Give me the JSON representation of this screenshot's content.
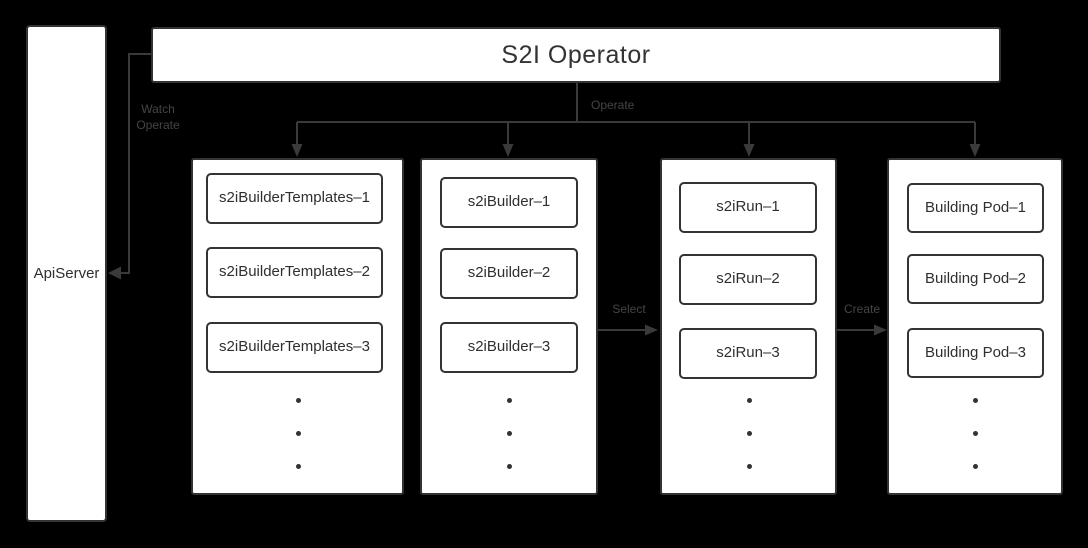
{
  "title": "S2I Operator",
  "api_server": {
    "label": "ApiServer"
  },
  "edges": {
    "watch_line1": "Watch",
    "watch_line2": "Operate",
    "operate": "Operate",
    "select": "Select",
    "create": "Create"
  },
  "columns": [
    {
      "name": "s2iBuilderTemplates",
      "items": [
        "s2iBuilderTemplates–1",
        "s2iBuilderTemplates–2",
        "s2iBuilderTemplates–3"
      ],
      "ellipsis": "• • •"
    },
    {
      "name": "s2iBuilder",
      "items": [
        "s2iBuilder–1",
        "s2iBuilder–2",
        "s2iBuilder–3"
      ],
      "ellipsis": "• • •"
    },
    {
      "name": "s2iRun",
      "items": [
        "s2iRun–1",
        "s2iRun–2",
        "s2iRun–3"
      ],
      "ellipsis": "• • •"
    },
    {
      "name": "Building Pod",
      "items": [
        "Building Pod–1",
        "Building Pod–2",
        "Building Pod–3"
      ],
      "ellipsis": "• • •"
    }
  ],
  "colors": {
    "background": "#000000",
    "box_fill": "#ffffff",
    "box_border": "#333333",
    "box_text": "#2f2f2f",
    "wire": "#3a3a3a",
    "edge_label_text": "#454545"
  }
}
